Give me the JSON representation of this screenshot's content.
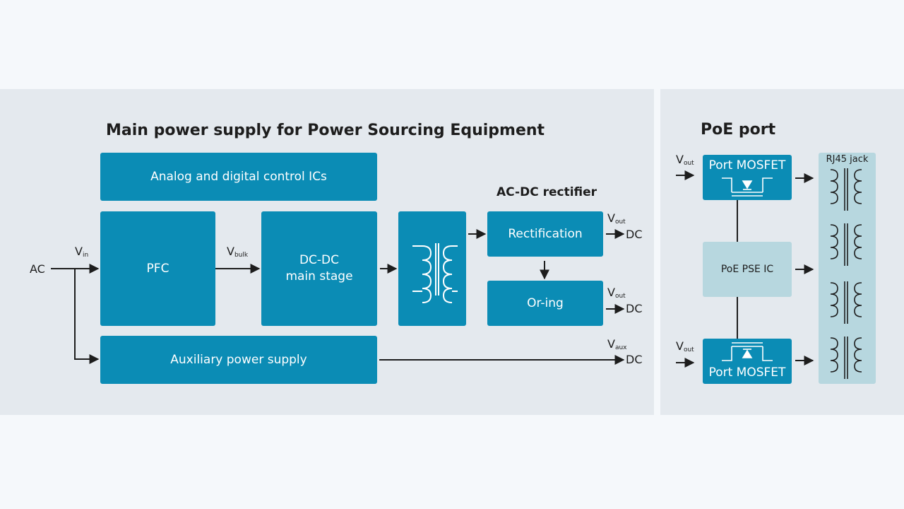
{
  "main_title": "Main power supply for Power Sourcing Equipment",
  "poe_title": "PoE port",
  "rectifier_title": "AC-DC rectifier",
  "blocks": {
    "control_ics": "Analog and digital control ICs",
    "pfc": "PFC",
    "dcdc": "DC-DC\nmain stage",
    "rectification": "Rectification",
    "oring": "Or-ing",
    "aux": "Auxiliary power supply",
    "mosfet_top": "Port MOSFET",
    "mosfet_bottom": "Port MOSFET",
    "pse": "PoE PSE IC",
    "rj45": "RJ45 jack"
  },
  "labels": {
    "ac": "AC",
    "v": "V",
    "in": "in",
    "bulk": "bulk",
    "out": "out",
    "aux": "aux",
    "dc": "DC"
  },
  "colors": {
    "block": "#0b8cb5",
    "light_block": "#b7d7df",
    "panel": "#e4e9ee",
    "line": "#1d1d1d"
  }
}
